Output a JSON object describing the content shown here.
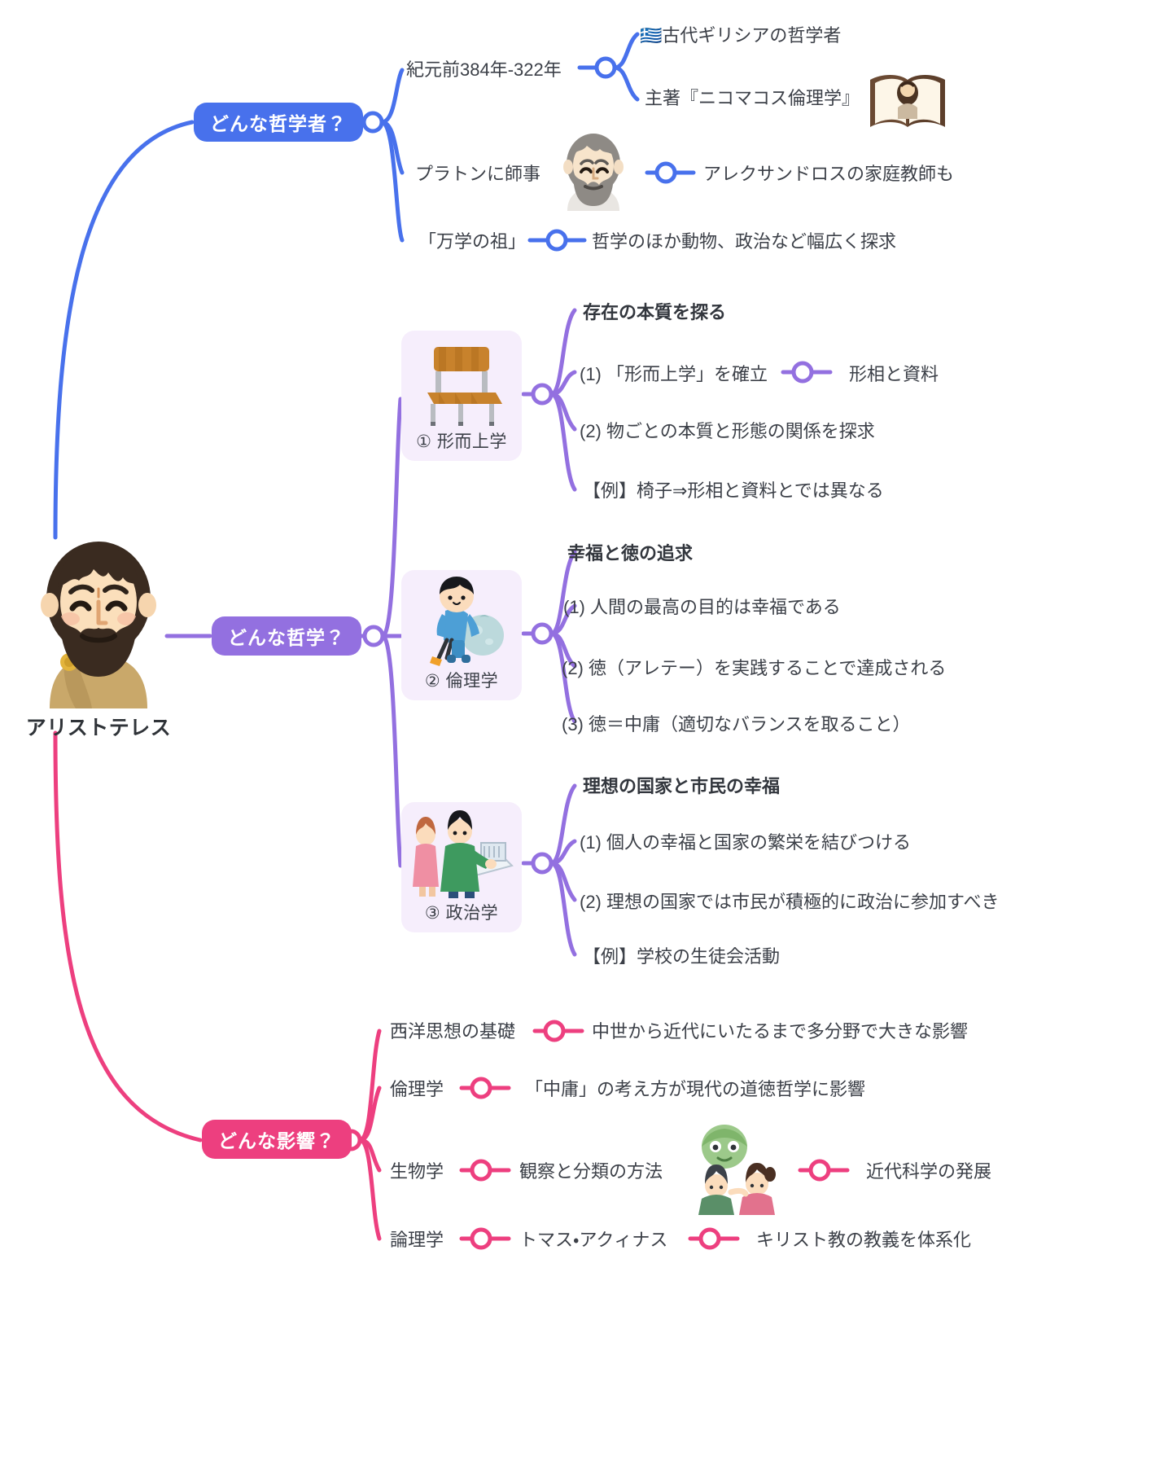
{
  "root": {
    "label": "アリストテレス",
    "avatar_icon": "aristotle-bust-icon"
  },
  "colors": {
    "branch_blue": "#4871ec",
    "branch_purple": "#9370e0",
    "branch_pink": "#ed3f7f",
    "card_bg": "#f6eefc",
    "text": "#3c4048"
  },
  "branches": [
    {
      "id": "philosopher",
      "pill_label": "どんな哲学者？",
      "color": "#4871ec",
      "items": [
        {
          "label": "紀元前384年-322年",
          "children": [
            {
              "label": "🇬🇷古代ギリシアの哲学者",
              "icon": "greek-flag-icon"
            },
            {
              "label": "主著『ニコマコス倫理学』",
              "icon": "book-icon"
            }
          ]
        },
        {
          "label": "プラトンに師事",
          "icon": "plato-bust-icon",
          "children": [
            {
              "label": "アレクサンドロスの家庭教師も"
            }
          ]
        },
        {
          "label": "「万学の祖」",
          "children": [
            {
              "label": "哲学のほか動物、政治など幅広く探求"
            }
          ]
        }
      ]
    },
    {
      "id": "philosophy",
      "pill_label": "どんな哲学？",
      "color": "#9370e0",
      "cards": [
        {
          "caption": "① 形而上学",
          "icon": "chair-icon",
          "heading": "存在の本質を探る",
          "lines": [
            {
              "label": "(1) 「形而上学」を確立",
              "child": "形相と資料"
            },
            {
              "label": "(2) 物ごとの本質と形態の関係を探求"
            },
            {
              "label": "【例】椅子⇒形相と資料とでは異なる"
            }
          ]
        },
        {
          "caption": "② 倫理学",
          "icon": "child-cleaning-icon",
          "heading": "幸福と徳の追求",
          "lines": [
            {
              "label": "(1) 人間の最高の目的は幸福である"
            },
            {
              "label": "(2) 徳（アレテー）を実践することで達成される"
            },
            {
              "label": "(3) 徳＝中庸（適切なバランスを取ること）"
            }
          ]
        },
        {
          "caption": "③ 政治学",
          "icon": "students-vote-icon",
          "heading": "理想の国家と市民の幸福",
          "lines": [
            {
              "label": "(1) 個人の幸福と国家の繁栄を結びつける"
            },
            {
              "label": "(2) 理想の国家では市民が積極的に政治に参加すべき"
            },
            {
              "label": "【例】学校の生徒会活動"
            }
          ]
        }
      ]
    },
    {
      "id": "influence",
      "pill_label": "どんな影響？",
      "color": "#ed3f7f",
      "items": [
        {
          "label": "西洋思想の基礎",
          "child": "中世から近代にいたるまで多分野で大きな影響"
        },
        {
          "label": "倫理学",
          "child": "「中庸」の考え方が現代の道徳哲学に影響"
        },
        {
          "label": "生物学",
          "child": "観察と分類の方法",
          "icon": "observation-icon",
          "grandchild": "近代科学の発展"
        },
        {
          "label": "論理学",
          "child": "トマス・アクィナス",
          "grandchild": "キリスト教の教義を体系化"
        }
      ]
    }
  ]
}
